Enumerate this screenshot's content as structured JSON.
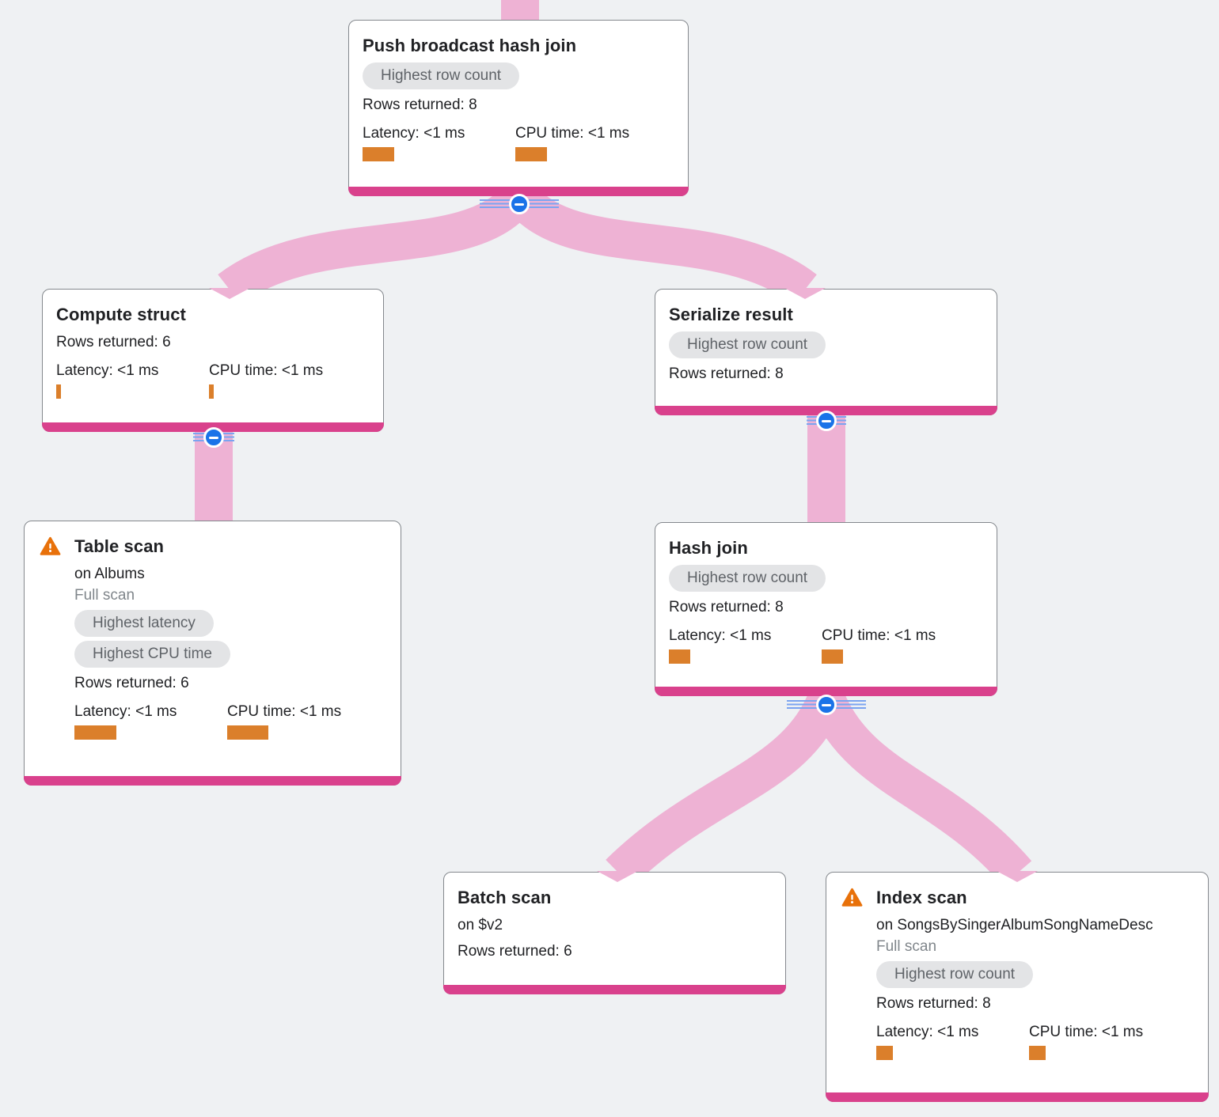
{
  "colors": {
    "background": "#eff1f3",
    "card_accent_bar": "#d9418c",
    "ribbon_pink": "#eeb2d4",
    "metric_bar_orange": "#db7f2b",
    "warning_orange": "#e8710a",
    "collapse_button_blue": "#1a73e8",
    "badge_bg": "#e3e4e6",
    "badge_text": "#5f6368"
  },
  "nodes": [
    {
      "title": "Push broadcast hash join",
      "badges": [
        "Highest row count"
      ],
      "rows": "Rows returned: 8",
      "latency_label": "Latency: <1 ms",
      "cpu_label": "CPU time: <1 ms",
      "latency_bar": 40,
      "cpu_bar": 40
    },
    {
      "title": "Compute struct",
      "rows": "Rows returned: 6",
      "latency_label": "Latency: <1 ms",
      "cpu_label": "CPU time: <1 ms",
      "latency_bar": 6,
      "cpu_bar": 6
    },
    {
      "title": "Serialize result",
      "badges": [
        "Highest row count"
      ],
      "rows": "Rows returned: 8"
    },
    {
      "title": "Table scan",
      "subtitle": "on Albums",
      "scan_type": "Full scan",
      "badges": [
        "Highest latency",
        "Highest CPU time"
      ],
      "rows": "Rows returned: 6",
      "latency_label": "Latency: <1 ms",
      "cpu_label": "CPU time: <1 ms",
      "latency_bar": 53,
      "cpu_bar": 52
    },
    {
      "title": "Hash join",
      "badges": [
        "Highest row count"
      ],
      "rows": "Rows returned: 8",
      "latency_label": "Latency: <1 ms",
      "cpu_label": "CPU time: <1 ms",
      "latency_bar": 27,
      "cpu_bar": 27
    },
    {
      "title": "Batch scan",
      "subtitle": "on $v2",
      "rows": "Rows returned: 6"
    },
    {
      "title": "Index scan",
      "subtitle": "on SongsBySingerAlbumSongNameDesc",
      "scan_type": "Full scan",
      "badges": [
        "Highest row count"
      ],
      "rows": "Rows returned: 8",
      "latency_label": "Latency: <1 ms",
      "cpu_label": "CPU time: <1 ms",
      "latency_bar": 21,
      "cpu_bar": 21
    }
  ]
}
